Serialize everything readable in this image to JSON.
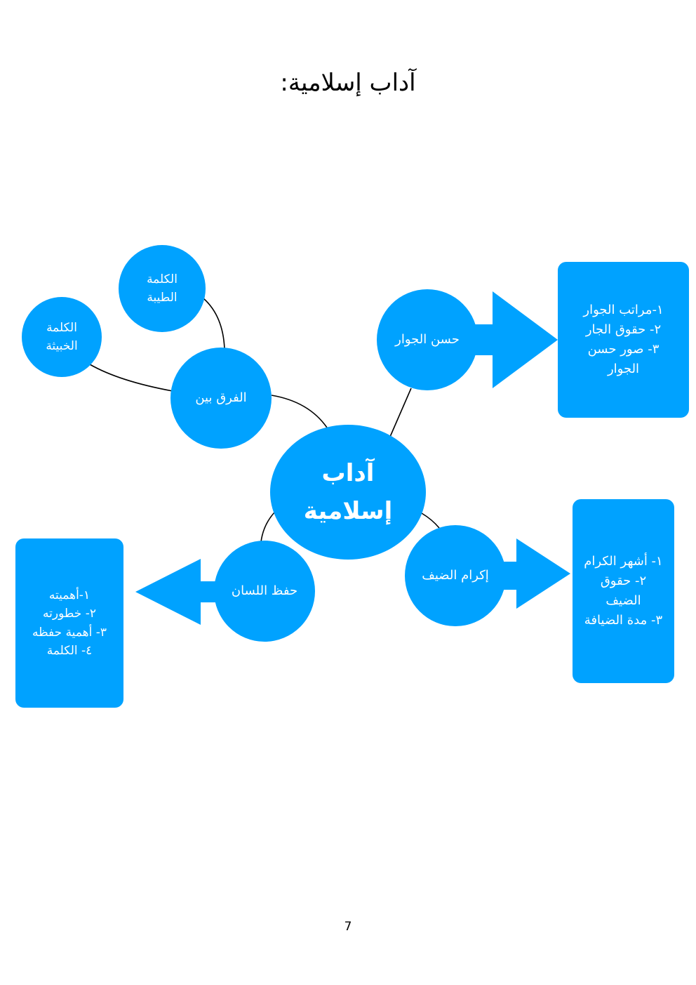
{
  "title": "آداب إسلامية:",
  "page_number": "7",
  "accent": "#00a2ff",
  "center": {
    "line1": "آداب",
    "line2": "إسلامية"
  },
  "nodes": {
    "good_word": {
      "line1": "الكلمة",
      "line2": "الطيبة"
    },
    "bad_word": {
      "line1": "الكلمة",
      "line2": "الخبيثة"
    },
    "difference": "الفرق بين",
    "neighbor": "حسن الجوار",
    "tongue": "حفظ اللسان",
    "guest": "إكرام الضيف"
  },
  "boxes": {
    "neighbor": [
      "١-مراتب الجوار",
      "٢- حقوق الجار",
      "٣- صور حسن",
      "الجوار"
    ],
    "guest": [
      "١- أشهر الكرام",
      "٢- حقوق",
      "الضيف",
      "٣- مدة الضيافة"
    ],
    "tongue": [
      "١-أهميته",
      "٢- خطورته",
      "٣- أهمية حفظه",
      "٤- الكلمة"
    ]
  }
}
